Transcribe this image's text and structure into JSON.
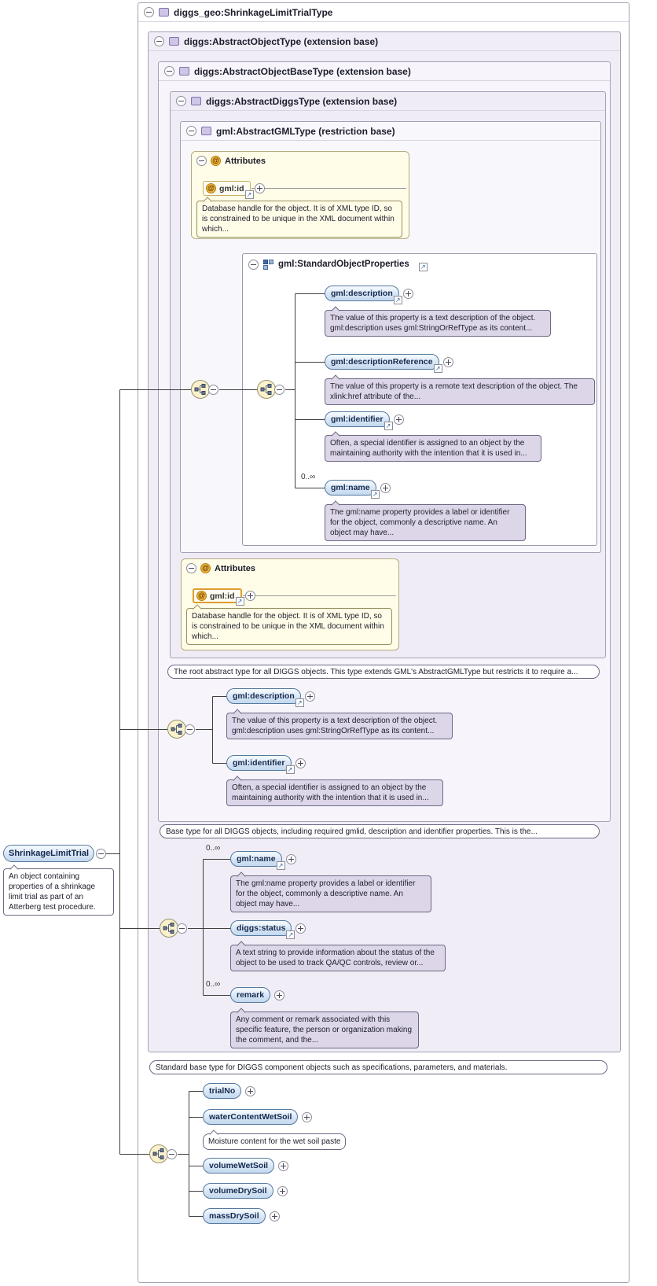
{
  "root_type": {
    "label": "diggs_geo:ShrinkageLimitTrialType"
  },
  "bases": {
    "abstract_object": "diggs:AbstractObjectType (extension base)",
    "abstract_object_base": "diggs:AbstractObjectBaseType (extension base)",
    "abstract_diggs": "diggs:AbstractDiggsType (extension base)",
    "abstract_gml": "gml:AbstractGMLType (restriction base)"
  },
  "attributes_gml": {
    "header": "Attributes",
    "name": "gml:id",
    "doc": "Database handle for the object. It is of XML type ID, so is constrained to be unique in the XML document within which..."
  },
  "attributes_diggs": {
    "header": "Attributes",
    "name": "gml:id",
    "doc": "Database handle for the object. It is of XML type ID, so is constrained to be unique in the XML document within which..."
  },
  "standard_object_properties": {
    "label": "gml:StandardObjectProperties",
    "items": [
      {
        "name": "gml:description",
        "doc": "The value of this property is a text description of the object. gml:description uses gml:StringOrRefType as its content..."
      },
      {
        "name": "gml:descriptionReference",
        "doc": "The value of this property is a remote text description of the object. The xlink:href attribute of the..."
      },
      {
        "name": "gml:identifier",
        "doc": "Often, a special identifier is assigned to an object by the maintaining authority with the intention that it is used in..."
      },
      {
        "name": "gml:name",
        "occurs": "0..∞",
        "doc": "The gml:name property provides a label or identifier for the object, commonly a descriptive name. An object may have..."
      }
    ]
  },
  "gml_annotation": "The root abstract type for all DIGGS objects. This type extends GML's AbstractGMLType but restricts it to require a...",
  "diggs_sequence": {
    "items": [
      {
        "name": "gml:description",
        "doc": "The value of this property is a text description of the object. gml:description uses gml:StringOrRefType as its content..."
      },
      {
        "name": "gml:identifier",
        "doc": "Often, a special identifier is assigned to an object by the maintaining authority with the intention that it is used in..."
      }
    ]
  },
  "diggs_annotation": "Base type for all DIGGS objects, including required gmlid, description and identifier properties. This is the...",
  "element": {
    "name": "ShrinkageLimitTrial",
    "doc": "An object containing properties of a shrinkage limit trial as part of an Atterberg test procedure."
  },
  "object_base_sequence": {
    "items": [
      {
        "name": "gml:name",
        "occurs": "0..∞",
        "doc": "The gml:name property provides a label or identifier for the object, commonly a descriptive name. An object may have..."
      },
      {
        "name": "diggs:status",
        "doc": "A text string to provide information about the status of the object to be used to track QA/QC controls, review or..."
      },
      {
        "name": "remark",
        "occurs": "0..∞",
        "doc": "Any comment or remark associated with this specific feature, the person or organization making the comment, and the..."
      }
    ]
  },
  "object_annotation": "Standard base type for DIGGS component objects such as specifications, parameters, and materials.",
  "trial_sequence": {
    "items": [
      {
        "name": "trialNo"
      },
      {
        "name": "waterContentWetSoil",
        "doc": "Moisture content for the wet soil paste"
      },
      {
        "name": "volumeWetSoil"
      },
      {
        "name": "volumeDrySoil"
      },
      {
        "name": "massDrySoil"
      }
    ]
  },
  "colors": {
    "pill_border": "#55799f",
    "pill_fill": "#d5e4f5",
    "attribute_box_fill": "#fffce8",
    "doc_bubble_fill": "#dcd6e8",
    "nested_box_fill": "#f0edf6"
  }
}
